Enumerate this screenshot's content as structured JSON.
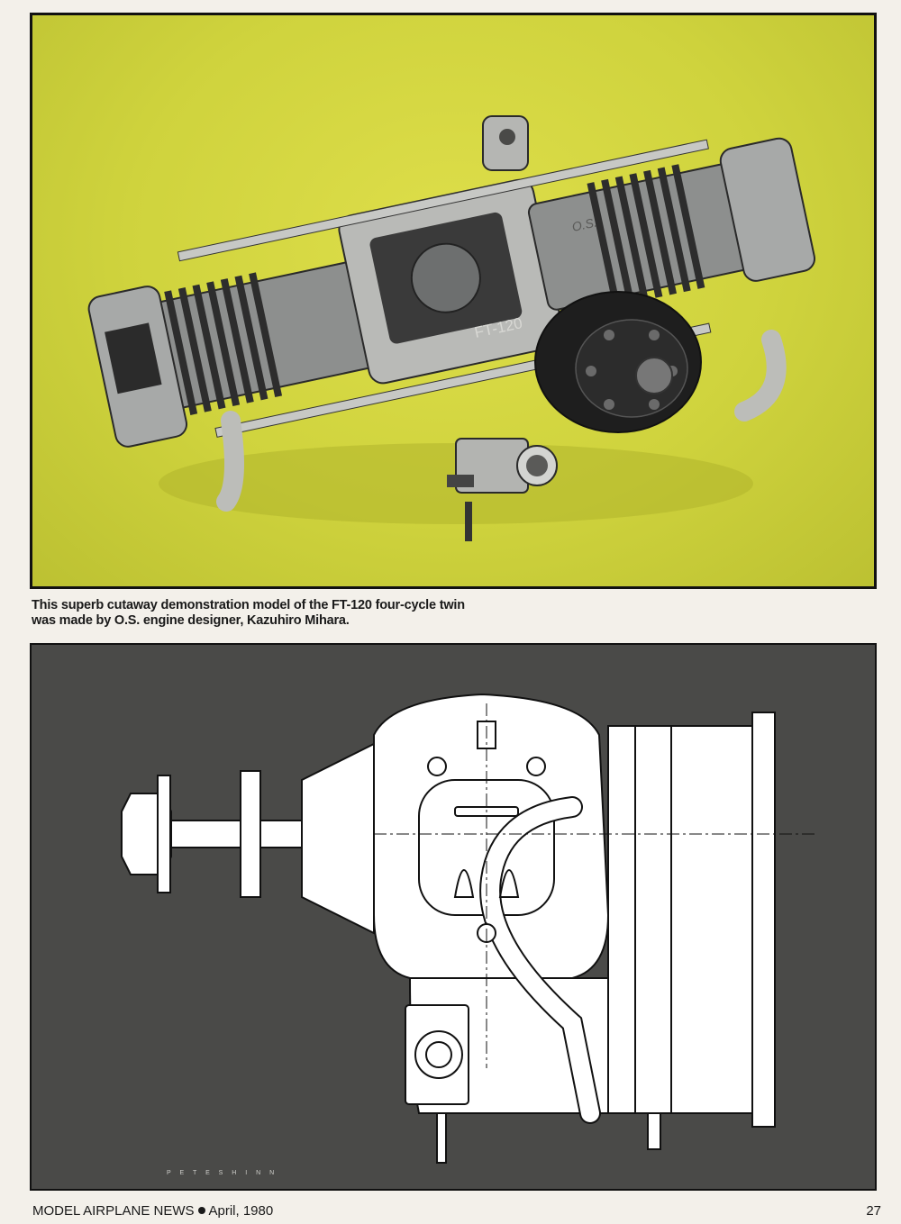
{
  "photo": {
    "engine_marking": "FT-120",
    "brand_marking": "O.S."
  },
  "caption": {
    "line1": "This superb cutaway demonstration model of the FT-120 four-cycle twin",
    "line2": "was made by O.S. engine designer, Kazuhiro Mihara."
  },
  "drawing": {
    "artist_signature": "P E T E   S H I N N"
  },
  "footer": {
    "publication": "MODEL AIRPLANE NEWS",
    "date": "April, 1980",
    "page_number": "27"
  }
}
